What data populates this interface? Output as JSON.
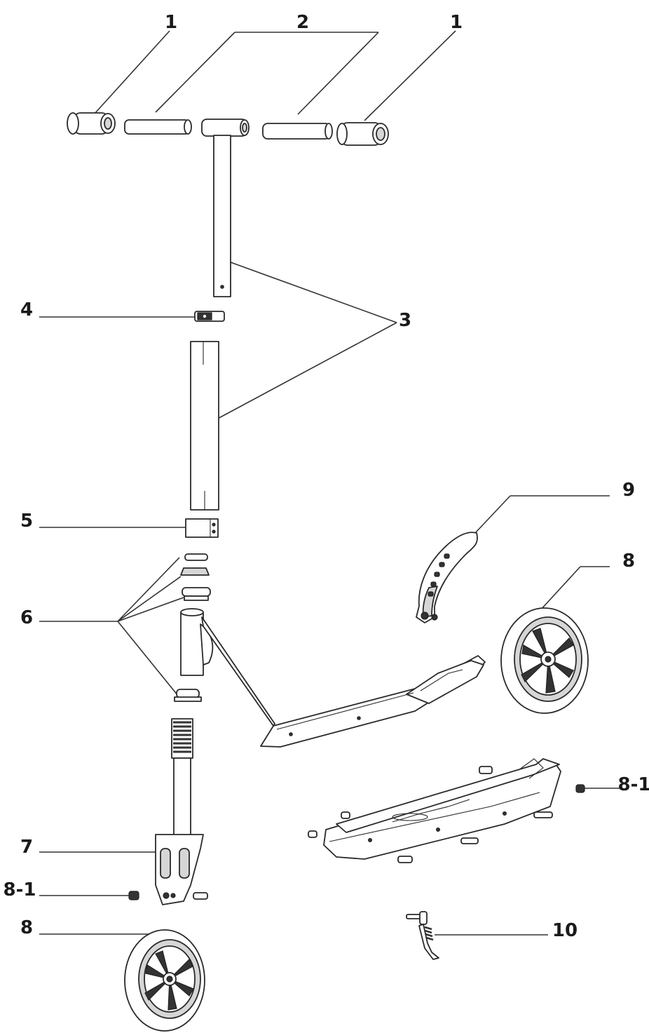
{
  "callouts": {
    "c1a": "1",
    "c1b": "1",
    "c2": "2",
    "c3": "3",
    "c4": "4",
    "c5": "5",
    "c6": "6",
    "c7": "7",
    "c8_1a": "8-1",
    "c8a": "8",
    "c8b": "8",
    "c8_1b": "8-1",
    "c9": "9",
    "c10": "10"
  }
}
